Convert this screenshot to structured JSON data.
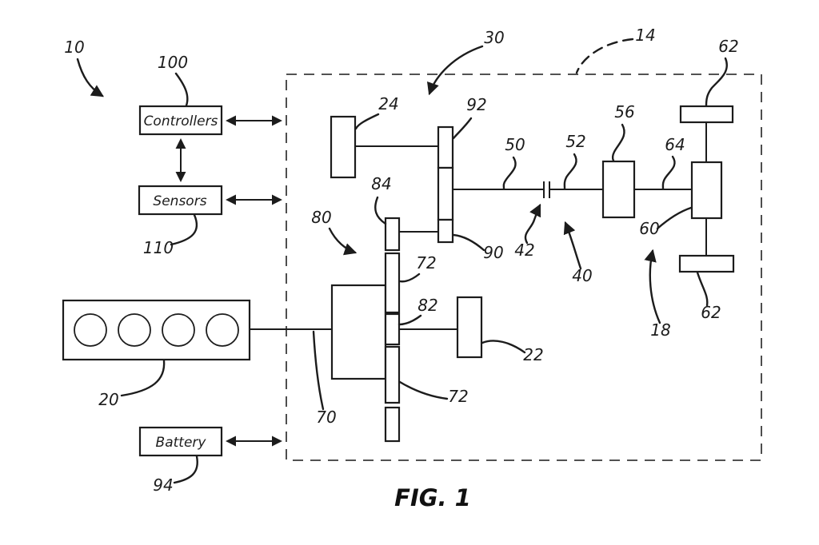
{
  "page": {
    "background": "#ffffff",
    "ink_color": "#1c1c1c"
  },
  "figure": {
    "caption": "FIG. 1",
    "boxes": {
      "controllers": "Controllers",
      "sensors": "Sensors",
      "battery": "Battery"
    },
    "refs": {
      "r10": "10",
      "r14": "14",
      "r18": "18",
      "r20": "20",
      "r22": "22",
      "r24": "24",
      "r30": "30",
      "r40": "40",
      "r42": "42",
      "r50": "50",
      "r52": "52",
      "r56": "56",
      "r60": "60",
      "r62_top": "62",
      "r62_bottom": "62",
      "r64": "64",
      "r70": "70",
      "r72_upper": "72",
      "r72_lower": "72",
      "r80": "80",
      "r82": "82",
      "r84": "84",
      "r90": "90",
      "r92": "92",
      "r94": "94",
      "r100": "100",
      "r110": "110"
    }
  }
}
